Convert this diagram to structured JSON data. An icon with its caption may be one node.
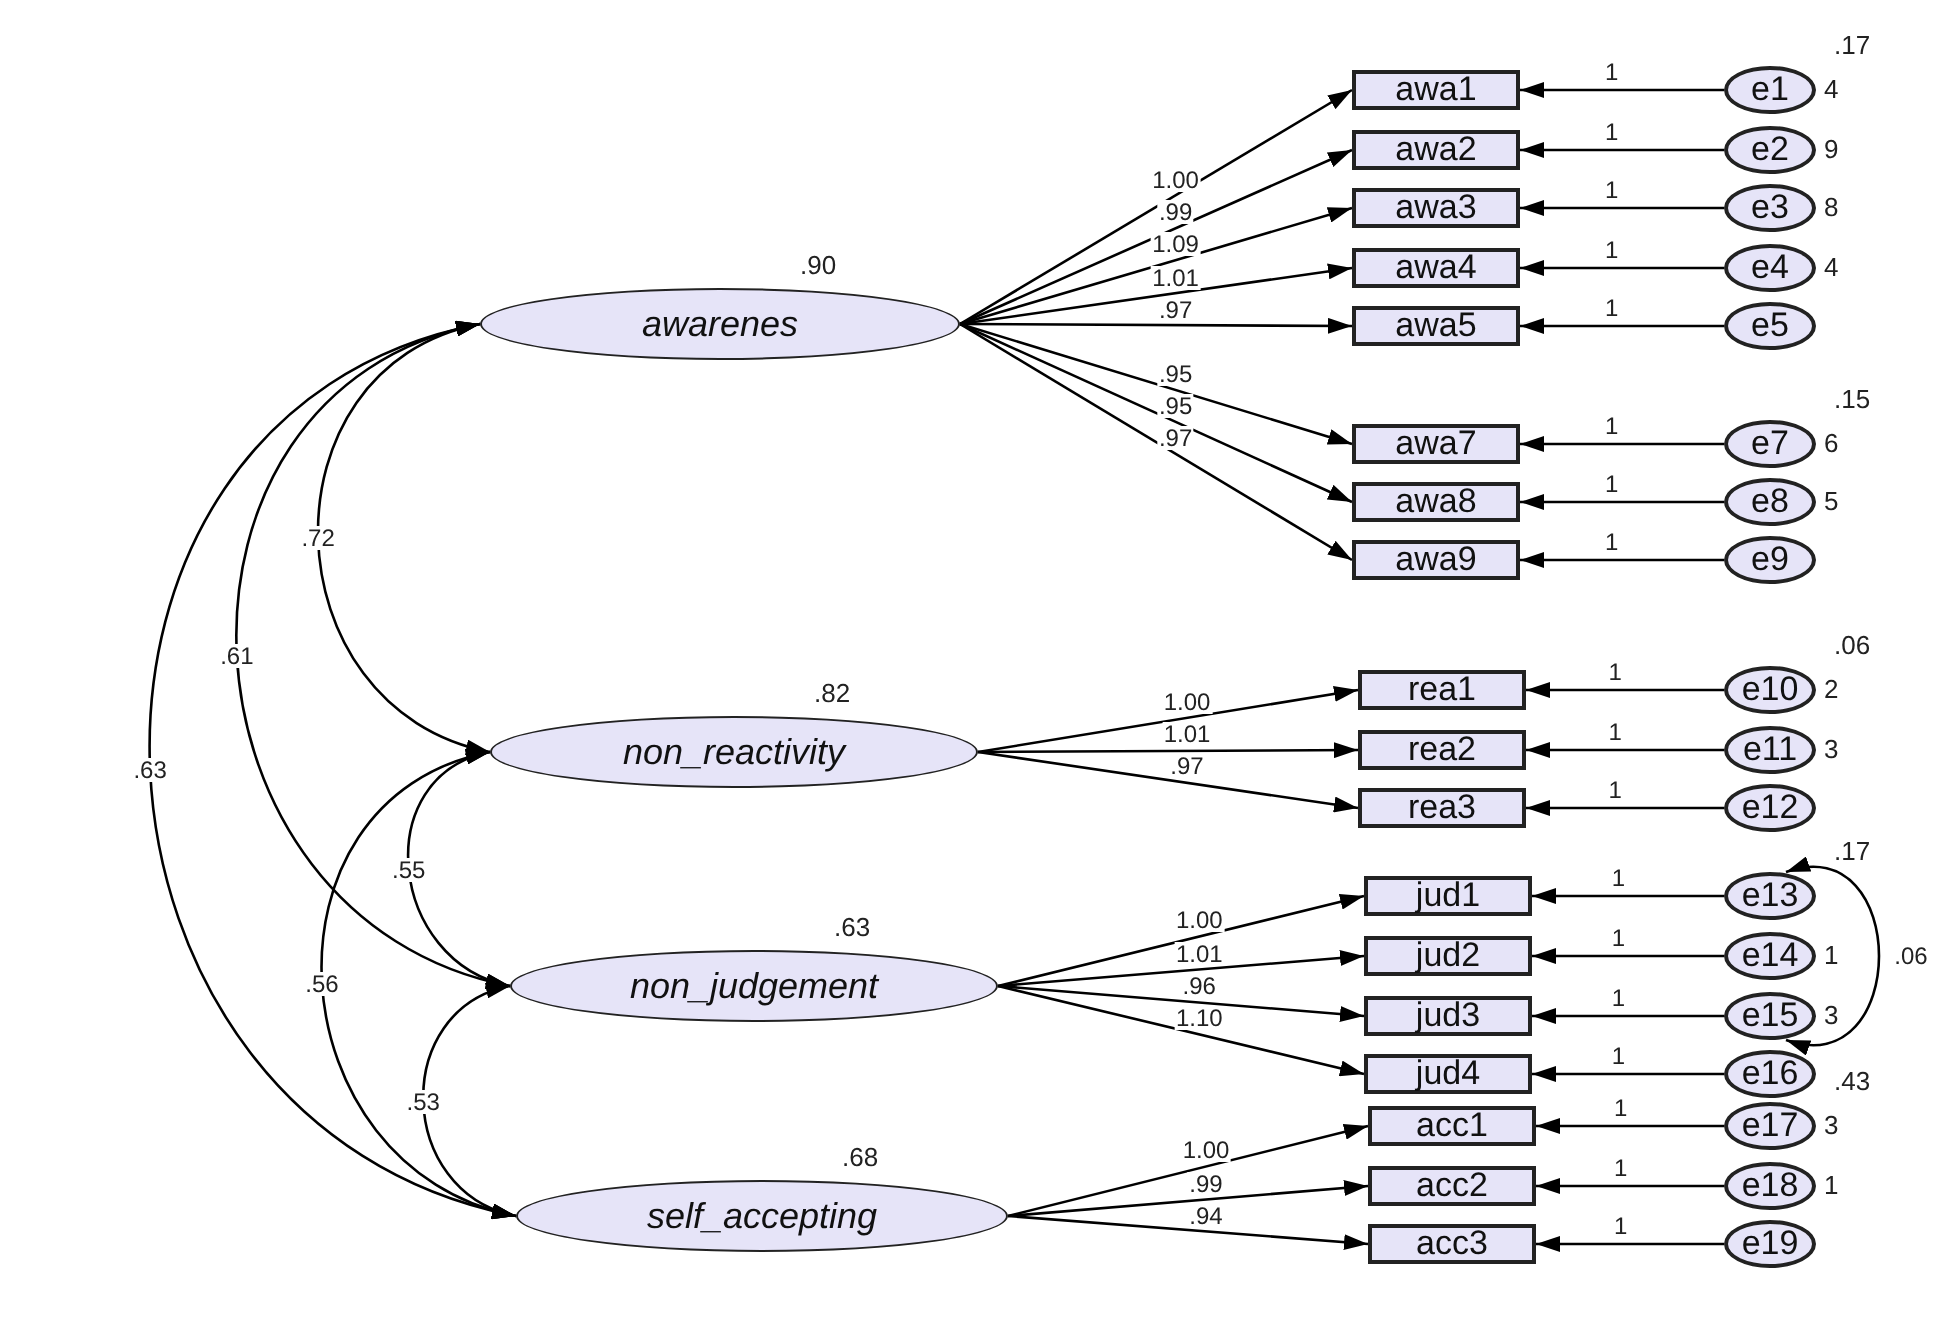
{
  "diagram": {
    "nodes": [
      {
        "text": [
          "awarenes"
        ],
        "beside": [
          ".90"
        ]
      },
      {
        "text": [
          "non_reactivity"
        ],
        "beside": [
          ".82"
        ]
      },
      {
        "text": [
          "non_judgement"
        ],
        "beside": [
          ".63"
        ]
      },
      {
        "text": [
          "self_accepting"
        ],
        "beside": [
          ".68"
        ]
      },
      {
        "text": [
          "awa1"
        ]
      },
      {
        "text": [
          "awa2"
        ]
      },
      {
        "text": [
          "awa3"
        ]
      },
      {
        "text": [
          "awa4"
        ]
      },
      {
        "text": [
          "awa5"
        ]
      },
      {
        "text": [
          "awa7"
        ]
      },
      {
        "text": [
          "awa8"
        ]
      },
      {
        "text": [
          "awa9"
        ]
      },
      {
        "text": [
          "rea1"
        ]
      },
      {
        "text": [
          "rea2"
        ]
      },
      {
        "text": [
          "rea3"
        ]
      },
      {
        "text": [
          "jud1"
        ]
      },
      {
        "text": [
          "jud2"
        ]
      },
      {
        "text": [
          "jud3"
        ]
      },
      {
        "text": [
          "jud4"
        ]
      },
      {
        "text": [
          "acc1"
        ]
      },
      {
        "text": [
          "acc2"
        ]
      },
      {
        "text": [
          "acc3"
        ]
      },
      {
        "text": [
          "e1"
        ],
        "beside": [
          ".17",
          "4"
        ]
      },
      {
        "text": [
          "e2"
        ],
        "beside": [
          "9"
        ]
      },
      {
        "text": [
          "e3"
        ],
        "beside": [
          "8"
        ]
      },
      {
        "text": [
          "e4"
        ],
        "beside": [
          "4"
        ]
      },
      {
        "text": [
          "e5"
        ]
      },
      {
        "text": [
          "e7"
        ],
        "beside": [
          ".15",
          "6"
        ]
      },
      {
        "text": [
          "e8"
        ],
        "beside": [
          "5"
        ]
      },
      {
        "text": [
          "e9"
        ]
      },
      {
        "text": [
          "e10"
        ],
        "beside": [
          ".06",
          "2"
        ]
      },
      {
        "text": [
          "e11"
        ],
        "beside": [
          "3"
        ]
      },
      {
        "text": [
          "e12"
        ]
      },
      {
        "text": [
          "e13"
        ],
        "beside": [
          ".17"
        ]
      },
      {
        "text": [
          "e14"
        ],
        "beside": [
          "1"
        ]
      },
      {
        "text": [
          "e15"
        ],
        "beside": [
          "3"
        ]
      },
      {
        "text": [
          "e16"
        ]
      },
      {
        "text": [
          "e17"
        ],
        "beside": [
          ".43",
          "3"
        ]
      },
      {
        "text": [
          "e18"
        ],
        "beside": [
          "1"
        ]
      },
      {
        "text": [
          "e19"
        ]
      }
    ],
    "edges": [
      {
        "from": 0,
        "to": 4,
        "arrow": "to",
        "label": "1.00"
      },
      {
        "from": 0,
        "to": 5,
        "arrow": "to",
        "label": ".99"
      },
      {
        "from": 0,
        "to": 6,
        "arrow": "to",
        "label": "1.09"
      },
      {
        "from": 0,
        "to": 7,
        "arrow": "to",
        "label": "1.01"
      },
      {
        "from": 0,
        "to": 8,
        "arrow": "to",
        "label": ".97"
      },
      {
        "from": 0,
        "to": 9,
        "arrow": "to",
        "label": ".95"
      },
      {
        "from": 0,
        "to": 10,
        "arrow": "to",
        "label": ".95"
      },
      {
        "from": 0,
        "to": 11,
        "arrow": "to",
        "label": ".97"
      },
      {
        "from": 1,
        "to": 12,
        "arrow": "to",
        "label": "1.00"
      },
      {
        "from": 1,
        "to": 13,
        "arrow": "to",
        "label": "1.01"
      },
      {
        "from": 1,
        "to": 14,
        "arrow": "to",
        "label": ".97"
      },
      {
        "from": 2,
        "to": 15,
        "arrow": "to",
        "label": "1.00"
      },
      {
        "from": 2,
        "to": 16,
        "arrow": "to",
        "label": "1.01"
      },
      {
        "from": 2,
        "to": 17,
        "arrow": "to",
        "label": ".96"
      },
      {
        "from": 2,
        "to": 18,
        "arrow": "to",
        "label": "1.10"
      },
      {
        "from": 3,
        "to": 19,
        "arrow": "to",
        "label": "1.00"
      },
      {
        "from": 3,
        "to": 20,
        "arrow": "to",
        "label": ".99"
      },
      {
        "from": 3,
        "to": 21,
        "arrow": "to",
        "label": ".94"
      },
      {
        "from": 22,
        "to": 4,
        "arrow": "to",
        "label": "1"
      },
      {
        "from": 23,
        "to": 5,
        "arrow": "to",
        "label": "1"
      },
      {
        "from": 24,
        "to": 6,
        "arrow": "to",
        "label": "1"
      },
      {
        "from": 25,
        "to": 7,
        "arrow": "to",
        "label": "1"
      },
      {
        "from": 26,
        "to": 8,
        "arrow": "to",
        "label": "1"
      },
      {
        "from": 27,
        "to": 9,
        "arrow": "to",
        "label": "1"
      },
      {
        "from": 28,
        "to": 10,
        "arrow": "to",
        "label": "1"
      },
      {
        "from": 29,
        "to": 11,
        "arrow": "to",
        "label": "1"
      },
      {
        "from": 30,
        "to": 12,
        "arrow": "to",
        "label": "1"
      },
      {
        "from": 31,
        "to": 13,
        "arrow": "to",
        "label": "1"
      },
      {
        "from": 32,
        "to": 14,
        "arrow": "to",
        "label": "1"
      },
      {
        "from": 33,
        "to": 15,
        "arrow": "to",
        "label": "1"
      },
      {
        "from": 34,
        "to": 16,
        "arrow": "to",
        "label": "1"
      },
      {
        "from": 35,
        "to": 17,
        "arrow": "to",
        "label": "1"
      },
      {
        "from": 36,
        "to": 18,
        "arrow": "to",
        "label": "1"
      },
      {
        "from": 37,
        "to": 19,
        "arrow": "to",
        "label": "1"
      },
      {
        "from": 38,
        "to": 20,
        "arrow": "to",
        "label": "1"
      },
      {
        "from": 39,
        "to": 21,
        "arrow": "to",
        "label": "1"
      },
      {
        "from": 0,
        "to": 1,
        "arrow": "both",
        "label": ".72"
      },
      {
        "from": 0,
        "to": 2,
        "arrow": "both",
        "label": ".61"
      },
      {
        "from": 0,
        "to": 3,
        "arrow": "both",
        "label": ".63"
      },
      {
        "from": 1,
        "to": 2,
        "arrow": "both",
        "label": ".55"
      },
      {
        "from": 1,
        "to": 3,
        "arrow": "both",
        "label": ".56"
      },
      {
        "from": 2,
        "to": 3,
        "arrow": "both",
        "label": ".53"
      },
      {
        "from": 33,
        "to": 35,
        "arrow": "both",
        "label": ".06"
      }
    ]
  }
}
